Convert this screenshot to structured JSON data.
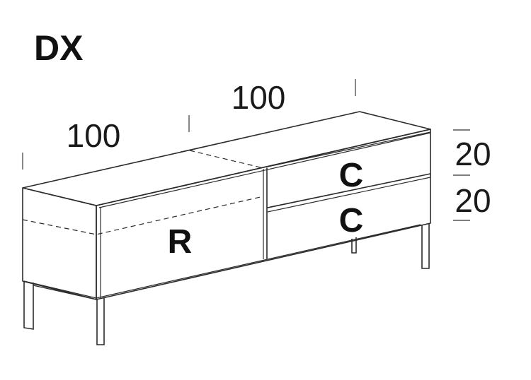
{
  "title": "DX",
  "dimensions": {
    "width_left": "100",
    "width_right": "100",
    "height_top": "20",
    "height_bottom": "20"
  },
  "modules": {
    "left_door": "R",
    "drawer_top": "C",
    "drawer_bottom": "C"
  }
}
